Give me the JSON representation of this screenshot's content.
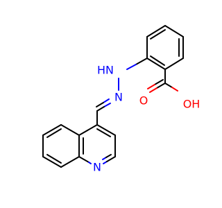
{
  "molecule": {
    "atoms": {
      "nh": {
        "text": "HN",
        "color": "#0000ff"
      },
      "n_imine": {
        "text": "N",
        "color": "#0000ff"
      },
      "n_quinoline": {
        "text": "N",
        "color": "#0000ff"
      },
      "o_carbonyl": {
        "text": "O",
        "color": "#ff0000"
      },
      "oh": {
        "text": "OH",
        "color": "#ff0000"
      }
    }
  }
}
